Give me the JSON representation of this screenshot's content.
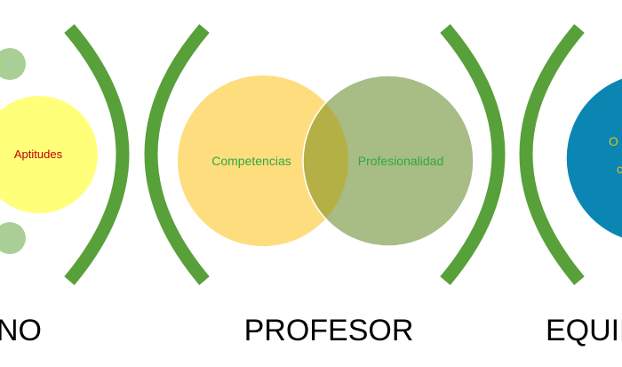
{
  "left_group": {
    "circle_label": "Aptitudes"
  },
  "middle_group": {
    "left_circle_label": "Competencias",
    "right_circle_label": "Profesionalidad"
  },
  "right_group": {
    "partial_text_line1": "O",
    "partial_text_line2": "c"
  },
  "bottom_labels": {
    "left": "NO",
    "middle": "PROFESOR",
    "right": "EQUIP"
  },
  "colors": {
    "bracket_green": "#58a03a",
    "small_circle": "#a9cf96",
    "yellow_circle": "#ffff7a",
    "orange_circle": "#fedd7e",
    "olive_circle": "#a8bc86",
    "overlap": "#b5b045",
    "blue_circle": "#0b86b3",
    "aptitudes_text": "#c00000",
    "green_text": "#2eaa3d",
    "blue_text": "#e3c11b"
  }
}
